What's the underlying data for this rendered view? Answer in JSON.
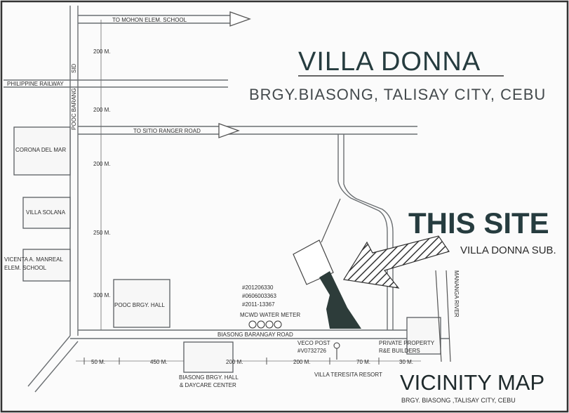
{
  "title": {
    "name": "VILLA DONNA",
    "location": "BRGY.BIASONG, TALISAY CITY, CEBU"
  },
  "site": {
    "label": "THIS SITE",
    "sub": "VILLA DONNA SUB."
  },
  "footer": {
    "title": "VICINITY MAP",
    "sub": "BRGY. BIASONG ,TALISAY CITY, CEBU"
  },
  "roads": {
    "to_mohon": "TO MOHON ELEM. SCHOOL",
    "railway": "PHILIPPINE RAILWAY",
    "to_sitio": "TO SITIO RANGER ROAD",
    "pooc_barang": "POOC BARANG",
    "sid": "SID",
    "biasong_road": "BIASONG BARANGAY ROAD",
    "river": "MANANGA RIVER"
  },
  "distances": {
    "d1": "200 M.",
    "d2": "200 M.",
    "d3": "200 M.",
    "d4": "250 M.",
    "d5": "300 M.",
    "h1": "50 M.",
    "h2": "450 M.",
    "h3": "200 M.",
    "h4": "200 M.",
    "h5": "70 M.",
    "h6": "30 M."
  },
  "landmarks": {
    "corona": "CORONA DEL MAR",
    "solana": "VILLA SOLANA",
    "school_line1": "VICENTA A. MANREAL",
    "school_line2": "ELEM. SCHOOL",
    "pooc_hall": "POOC BRGY. HALL",
    "biasong_hall_line1": "BIASONG BRGY. HALL",
    "biasong_hall_line2": "& DAYCARE CENTER",
    "veco_line1": "VECO POST",
    "veco_line2": "#V0732726",
    "teresita": "VILLA TERESITA RESORT",
    "private_line1": "PRIVATE PROPERTY",
    "private_line2": "R&E BUILDERS",
    "mcwd": "MCWD WATER METER"
  },
  "meters": {
    "m1": "#201206330",
    "m2": "#0606003363",
    "m3": "#2011-13367"
  }
}
